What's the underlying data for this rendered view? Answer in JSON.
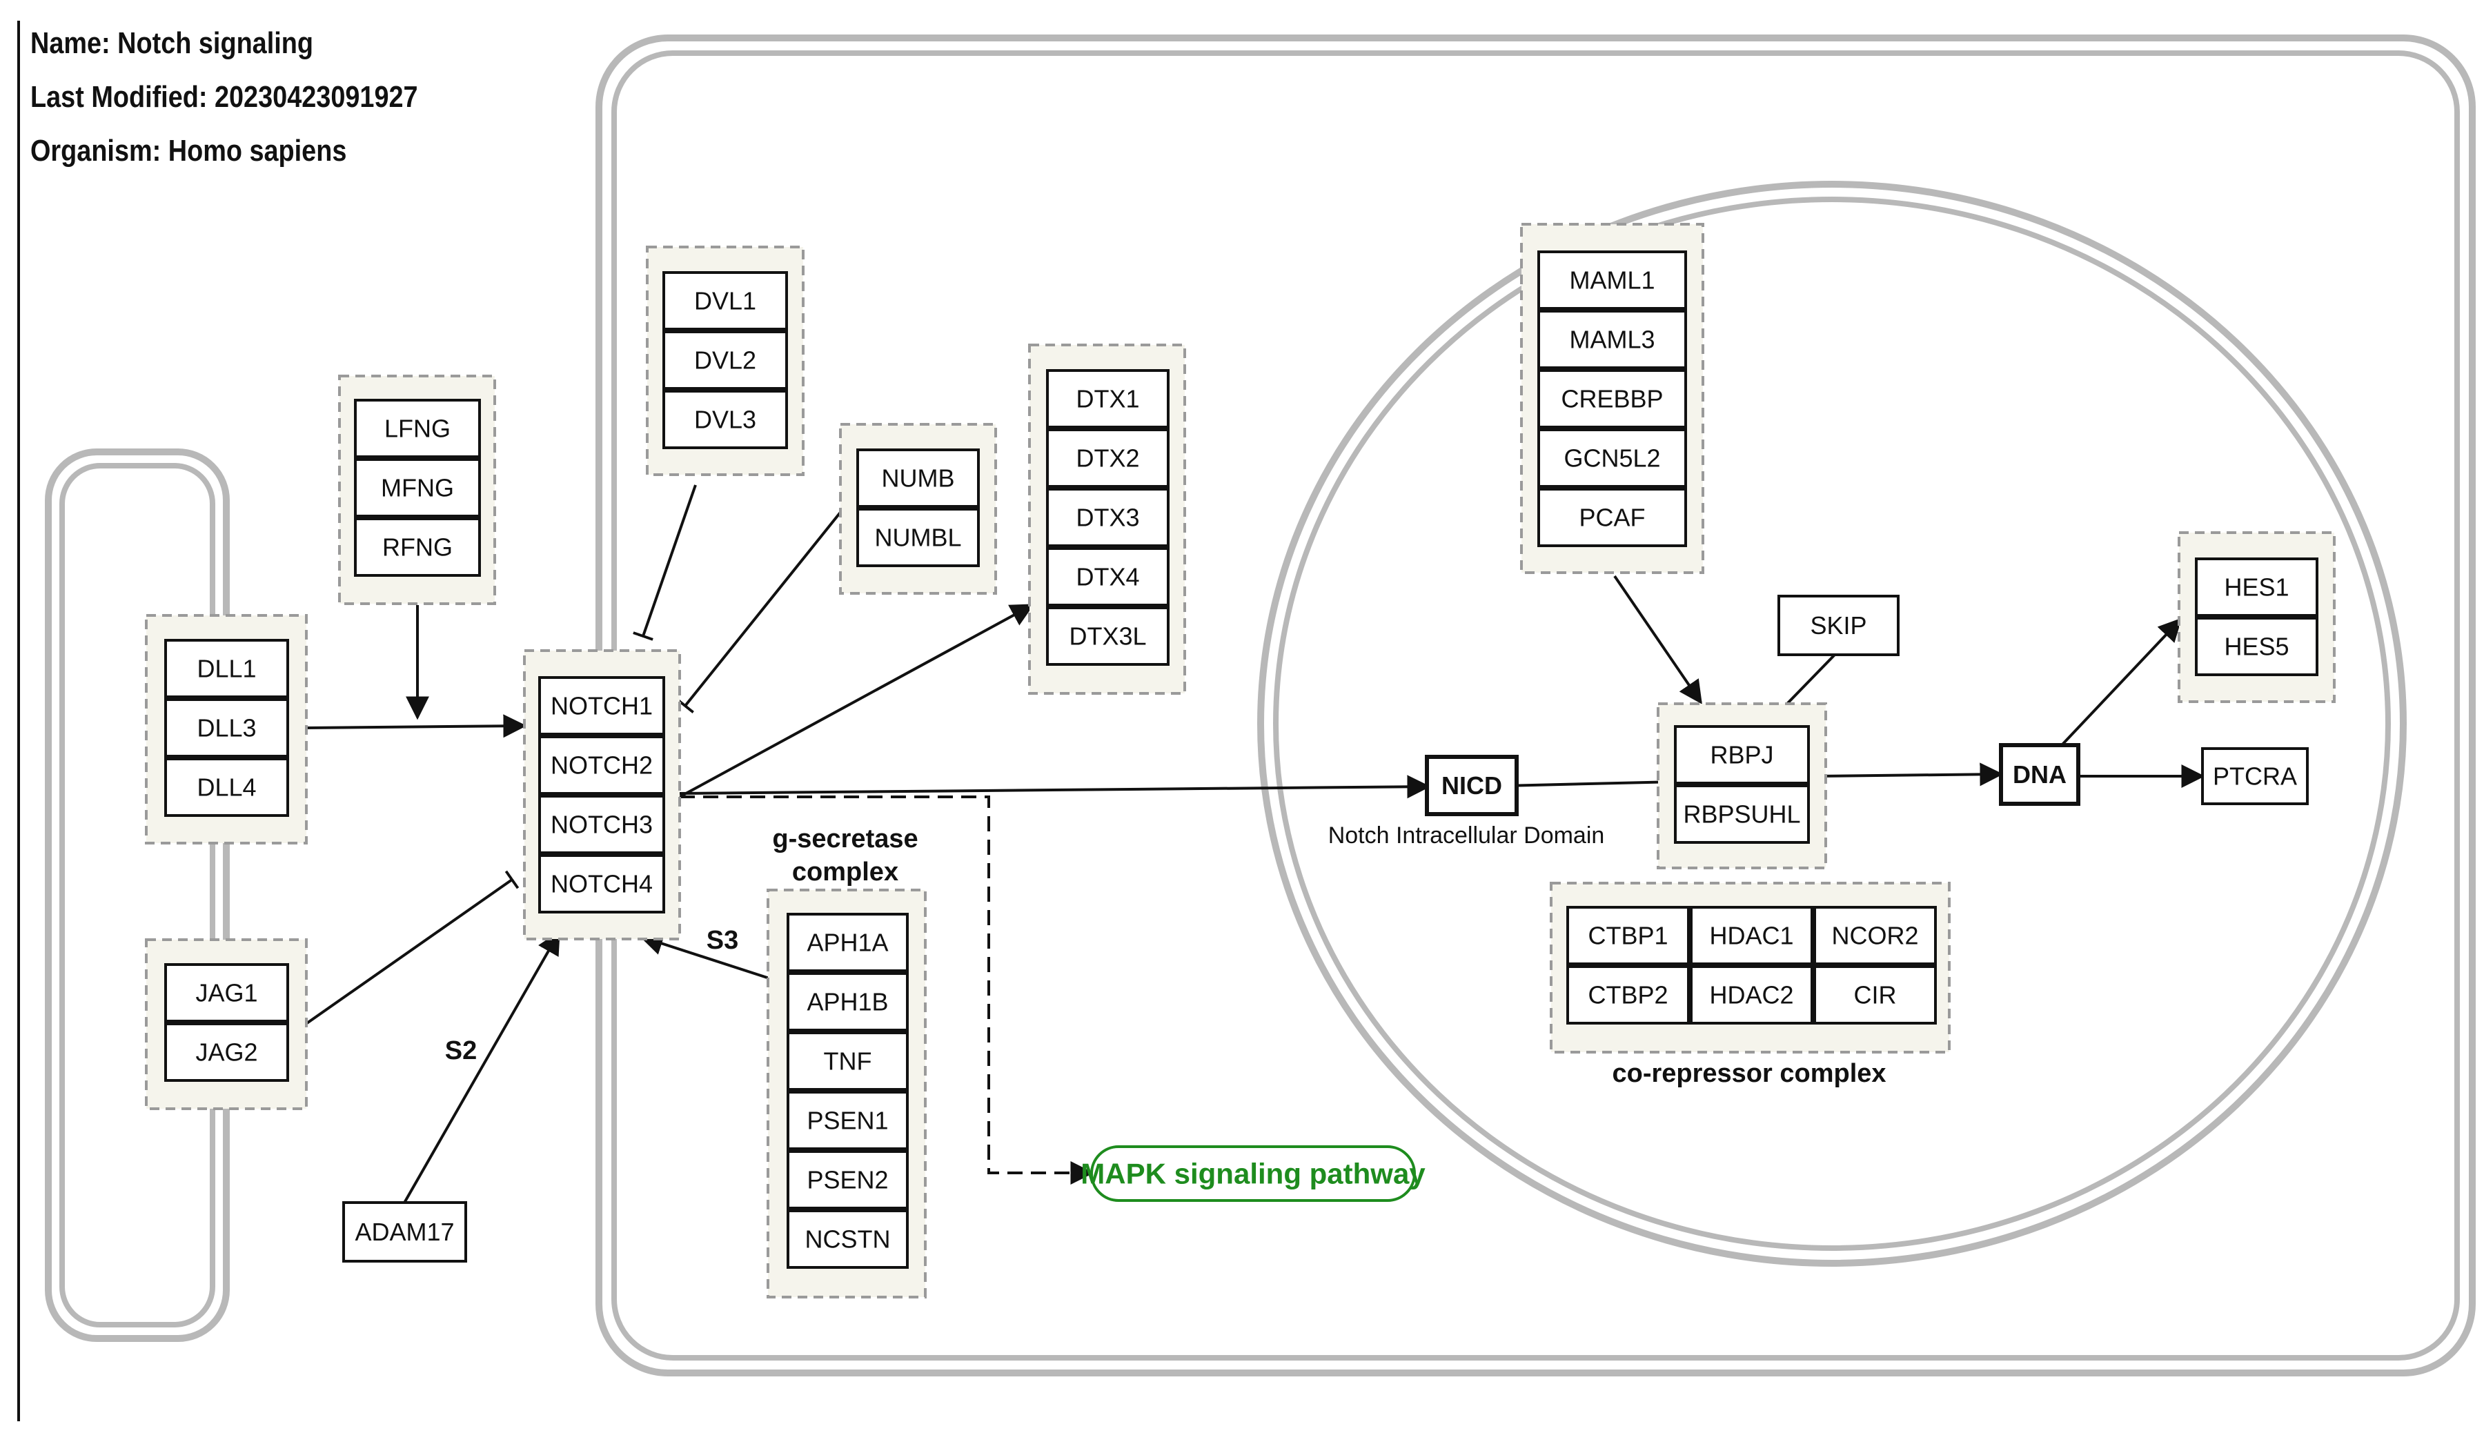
{
  "header": {
    "name": "Name: Notch signaling",
    "modified": "Last Modified: 20230423091927",
    "organism": "Organism: Homo sapiens"
  },
  "colors": {
    "group_fill": "#f5f4ec",
    "group_border": "#9a9a9a",
    "compartment": "#b8b8b8",
    "node_border": "#111111",
    "pathway_green": "#1e8c1e"
  },
  "groups": {
    "fng": [
      "LFNG",
      "MFNG",
      "RFNG"
    ],
    "dll": [
      "DLL1",
      "DLL3",
      "DLL4"
    ],
    "jag": [
      "JAG1",
      "JAG2"
    ],
    "dvl": [
      "DVL1",
      "DVL2",
      "DVL3"
    ],
    "numb": [
      "NUMB",
      "NUMBL"
    ],
    "notch": [
      "NOTCH1",
      "NOTCH2",
      "NOTCH3",
      "NOTCH4"
    ],
    "dtx": [
      "DTX1",
      "DTX2",
      "DTX3",
      "DTX4",
      "DTX3L"
    ],
    "gsecretase": [
      "APH1A",
      "APH1B",
      "TNF",
      "PSEN1",
      "PSEN2",
      "NCSTN"
    ],
    "maml": [
      "MAML1",
      "MAML3",
      "CREBBP",
      "GCN5L2",
      "PCAF"
    ],
    "rbpj": [
      "RBPJ",
      "RBPSUHL"
    ],
    "hes": [
      "HES1",
      "HES5"
    ],
    "corepressor_row1": [
      "CTBP1",
      "HDAC1",
      "NCOR2"
    ],
    "corepressor_row2": [
      "CTBP2",
      "HDAC2",
      "CIR"
    ]
  },
  "single_nodes": {
    "adam17": "ADAM17",
    "skip": "SKIP",
    "nicd": "NICD",
    "dna": "DNA",
    "ptcra": "PTCRA"
  },
  "labels": {
    "gsecretase_title_1": "g-secretase",
    "gsecretase_title_2": "complex",
    "nicd_caption": "Notch Intracellular Domain",
    "corepressor_title": "co-repressor complex",
    "s2": "S2",
    "s3": "S3",
    "mapk": "MAPK signaling pathway"
  }
}
